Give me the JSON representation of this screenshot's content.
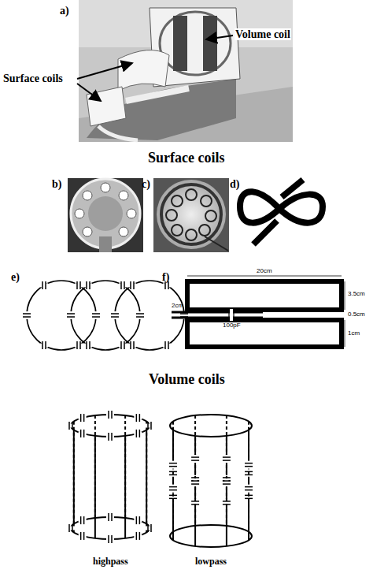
{
  "diagram": {
    "labels": [
      "a)",
      "Volume coil",
      "Surface coils",
      "Surface coils",
      "b)",
      "c)",
      "d)",
      "e)",
      "f)",
      "20cm",
      "3.5cm",
      "0.5cm",
      "2cm",
      "100pF",
      "1cm",
      "Volume coils",
      "highpass",
      "lowpass"
    ]
  }
}
